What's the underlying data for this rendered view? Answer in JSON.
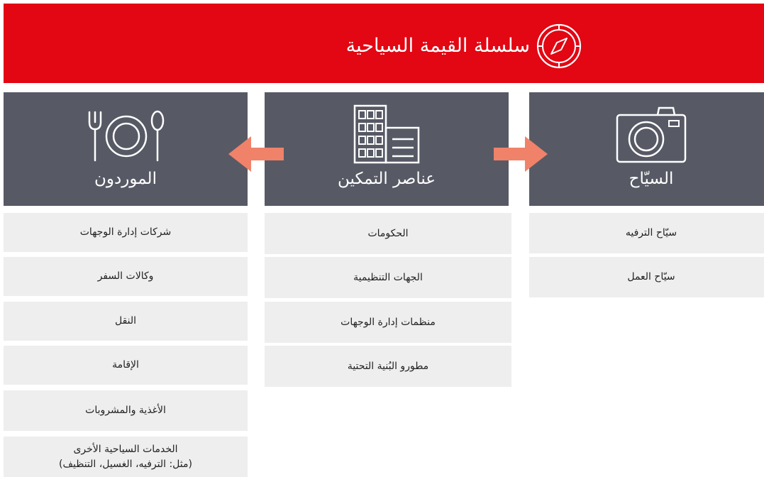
{
  "banner": {
    "title": "سلسلة القيمة السياحية",
    "icon": "compass-icon",
    "color": "#e30613"
  },
  "columns": {
    "tourists": {
      "title": "السيّاح",
      "icon": "camera-icon",
      "items": [
        "سيّاح الترفيه",
        "سيّاح العمل"
      ]
    },
    "enablers": {
      "title": "عناصر التمكين",
      "icon": "buildings-icon",
      "items": [
        "الحكومات",
        "الجهات التنظيمية",
        "منظمات إدارة الوجهات",
        "مطورو البُنية التحتية"
      ]
    },
    "suppliers": {
      "title": "الموردون",
      "icon": "plate-utensils-icon",
      "items": [
        "شركات إدارة الوجهات",
        "وكالات السفر",
        "النقل",
        "الإقامة",
        "الأغذية والمشروبات"
      ],
      "last_item": {
        "line1": "الخدمات السياحية الأخرى",
        "line2": "(مثل: الترفيه، الغسيل، التنظيف)"
      }
    }
  },
  "colors": {
    "header_bg": "#575a65",
    "cell_bg": "#eeeeee",
    "arrow": "#f0826a"
  }
}
